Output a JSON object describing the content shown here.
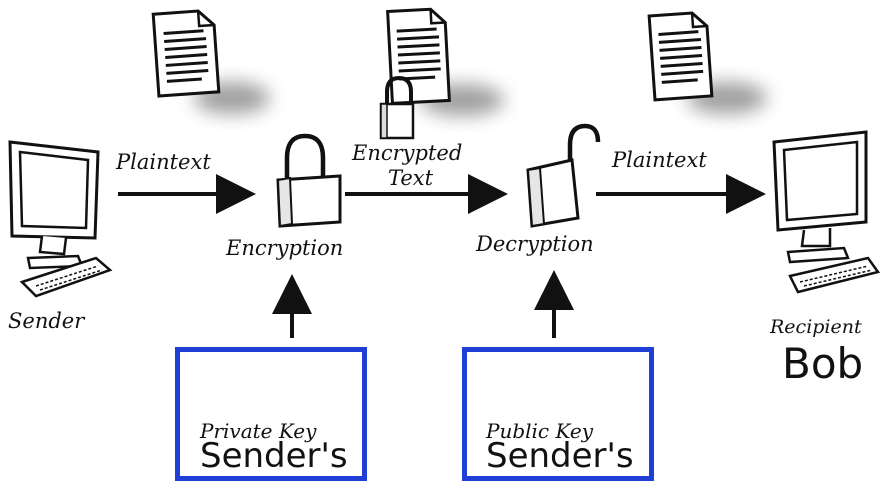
{
  "labels": {
    "plaintext_left": "Plaintext",
    "encrypted_text_line1": "Encrypted",
    "encrypted_text_line2": "Text",
    "plaintext_right": "Plaintext",
    "encryption": "Encryption",
    "decryption": "Decryption",
    "sender": "Sender",
    "recipient": "Recipient",
    "recipient_name": "Bob"
  },
  "keys": {
    "private": {
      "title": "Private Key",
      "owner": "Sender's"
    },
    "public": {
      "title": "Public Key",
      "owner": "Sender's"
    }
  },
  "colors": {
    "key_box_border": "#1f3fd6",
    "ink": "#111111"
  }
}
